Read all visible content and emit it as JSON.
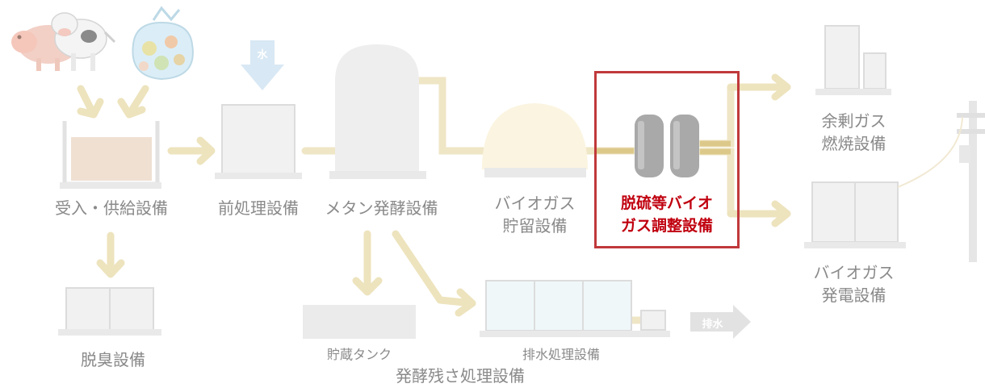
{
  "labels": {
    "receiving": "受入・供給設備",
    "pretreatment": "前処理設備",
    "methane": "メタン発酵設備",
    "storage_line1": "バイオガス",
    "storage_line2": "貯留設備",
    "desulf_line1": "脱硫等バイオ",
    "desulf_line2": "ガス調整設備",
    "surplus_line1": "余剰ガス",
    "surplus_line2": "燃焼設備",
    "power_line1": "バイオガス",
    "power_line2": "発電設備",
    "deodor": "脱臭設備",
    "tank": "貯蔵タンク",
    "wastewater": "排水処理設備",
    "residue": "発酵残さ処理設備"
  },
  "tags": {
    "water": "水",
    "drain": "排水"
  },
  "colors": {
    "highlight": "#c0393b",
    "highlight_text": "#c0000f",
    "pipe": "#efe6c6",
    "arrow": "#ede3bd",
    "equipment": "#e9e9e9",
    "label": "#8a8a8a"
  }
}
